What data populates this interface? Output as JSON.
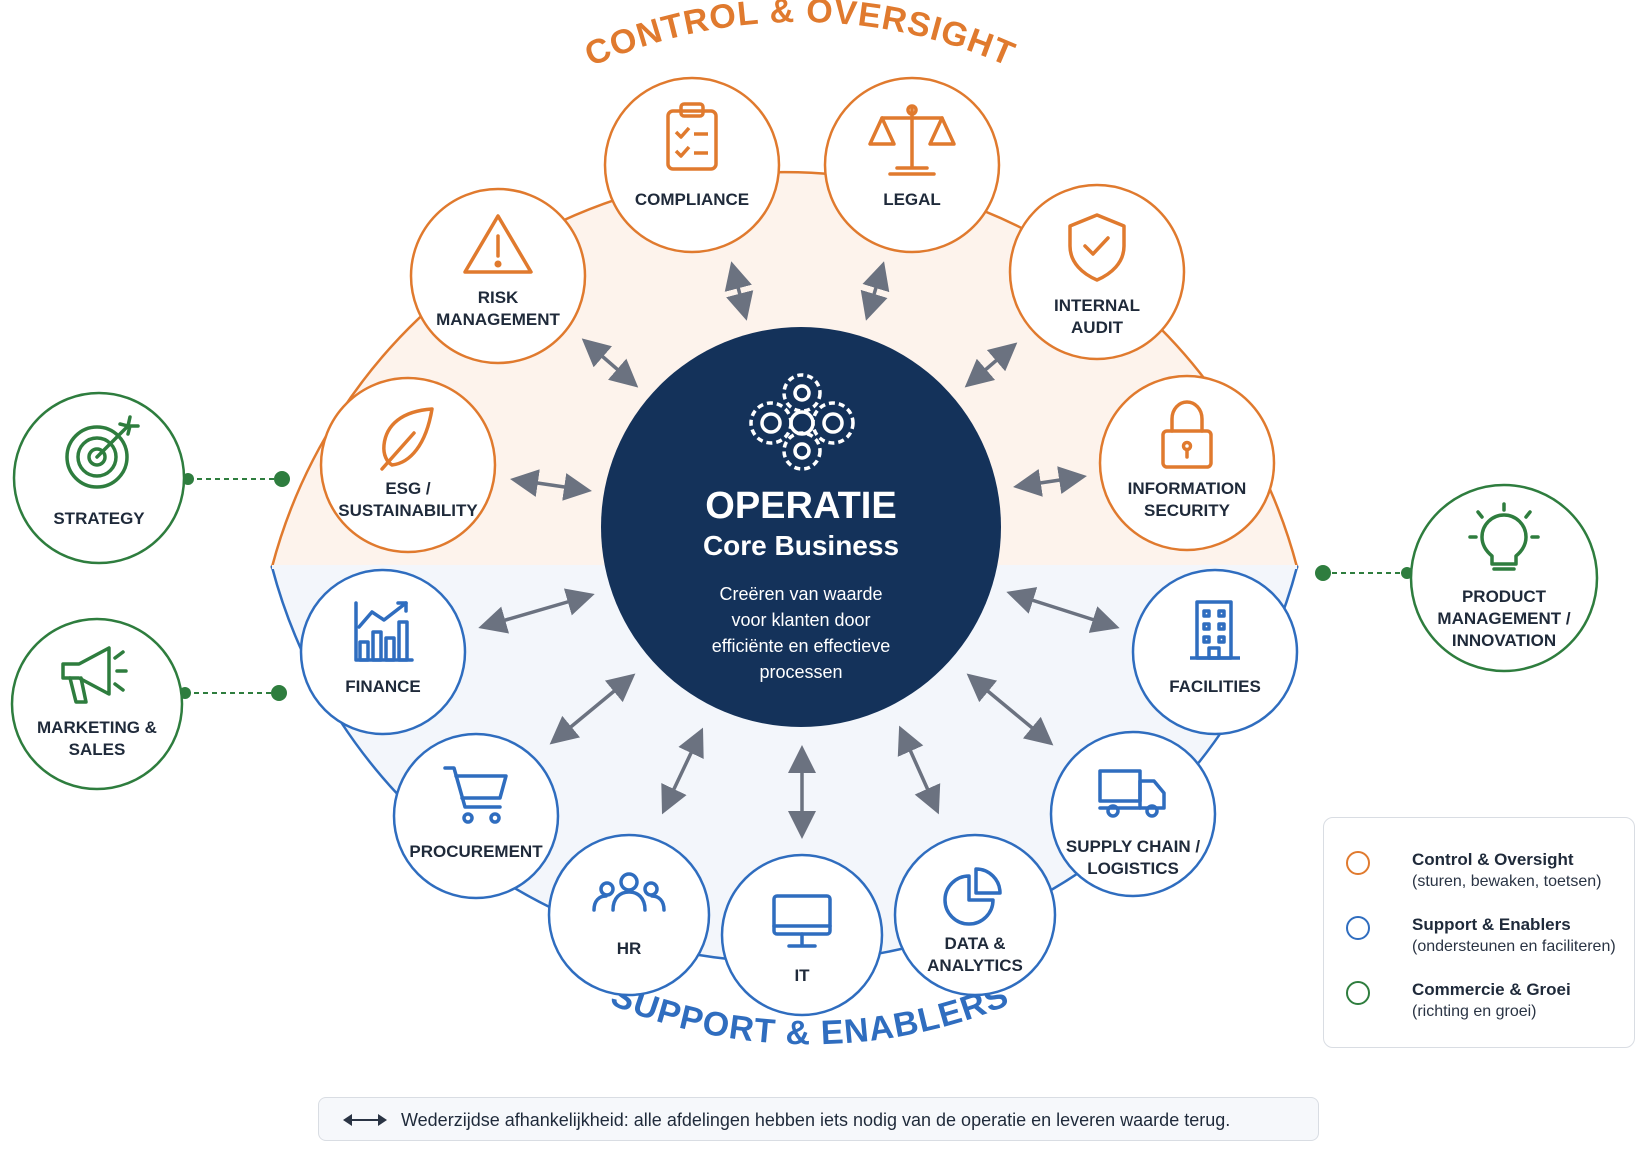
{
  "center": {
    "title": "OPERATIE",
    "subtitle": "Core Business",
    "description": [
      "Creëren van waarde",
      "voor klanten door",
      "efficiënte en effectieve",
      "processen"
    ]
  },
  "arcs": {
    "control_title": "CONTROL & OVERSIGHT",
    "support_title": "SUPPORT & ENABLERS"
  },
  "colors": {
    "control": "#e07a2e",
    "support": "#2f6dbf",
    "commerce": "#2e7d3e",
    "center": "#14325a",
    "arrow": "#6b7280"
  },
  "control_nodes": [
    {
      "id": "compliance",
      "icon": "clipboard-check-icon",
      "label": [
        "COMPLIANCE"
      ]
    },
    {
      "id": "legal",
      "icon": "scales-icon",
      "label": [
        "LEGAL"
      ]
    },
    {
      "id": "risk",
      "icon": "warning-icon",
      "label": [
        "RISK",
        "MANAGEMENT"
      ]
    },
    {
      "id": "audit",
      "icon": "shield-check-icon",
      "label": [
        "INTERNAL",
        "AUDIT"
      ]
    },
    {
      "id": "esg",
      "icon": "leaf-icon",
      "label": [
        "ESG /",
        "SUSTAINABILITY"
      ]
    },
    {
      "id": "infosec",
      "icon": "padlock-icon",
      "label": [
        "INFORMATION",
        "SECURITY"
      ]
    }
  ],
  "support_nodes": [
    {
      "id": "finance",
      "icon": "bar-chart-icon",
      "label": [
        "FINANCE"
      ]
    },
    {
      "id": "facilities",
      "icon": "building-icon",
      "label": [
        "FACILITIES"
      ]
    },
    {
      "id": "procurement",
      "icon": "cart-icon",
      "label": [
        "PROCUREMENT"
      ]
    },
    {
      "id": "supply",
      "icon": "truck-icon",
      "label": [
        "SUPPLY CHAIN /",
        "LOGISTICS"
      ]
    },
    {
      "id": "hr",
      "icon": "people-icon",
      "label": [
        "HR"
      ]
    },
    {
      "id": "it",
      "icon": "monitor-icon",
      "label": [
        "IT"
      ]
    },
    {
      "id": "data",
      "icon": "pie-chart-icon",
      "label": [
        "DATA &",
        "ANALYTICS"
      ]
    }
  ],
  "commerce_nodes": [
    {
      "id": "strategy",
      "icon": "target-icon",
      "label": [
        "STRATEGY"
      ]
    },
    {
      "id": "marketing",
      "icon": "megaphone-icon",
      "label": [
        "MARKETING &",
        "SALES"
      ]
    },
    {
      "id": "product",
      "icon": "lightbulb-icon",
      "label": [
        "PRODUCT",
        "MANAGEMENT /",
        "INNOVATION"
      ]
    }
  ],
  "legend": [
    {
      "key": "control",
      "title": "Control & Oversight",
      "desc": "(sturen, bewaken, toetsen)"
    },
    {
      "key": "support",
      "title": "Support & Enablers",
      "desc": "(ondersteunen en faciliteren)"
    },
    {
      "key": "commerce",
      "title": "Commercie & Groei",
      "desc": "(richting en groei)"
    }
  ],
  "footer": {
    "text": "Wederzijdse afhankelijkheid: alle afdelingen hebben iets nodig van de operatie en leveren waarde terug."
  }
}
